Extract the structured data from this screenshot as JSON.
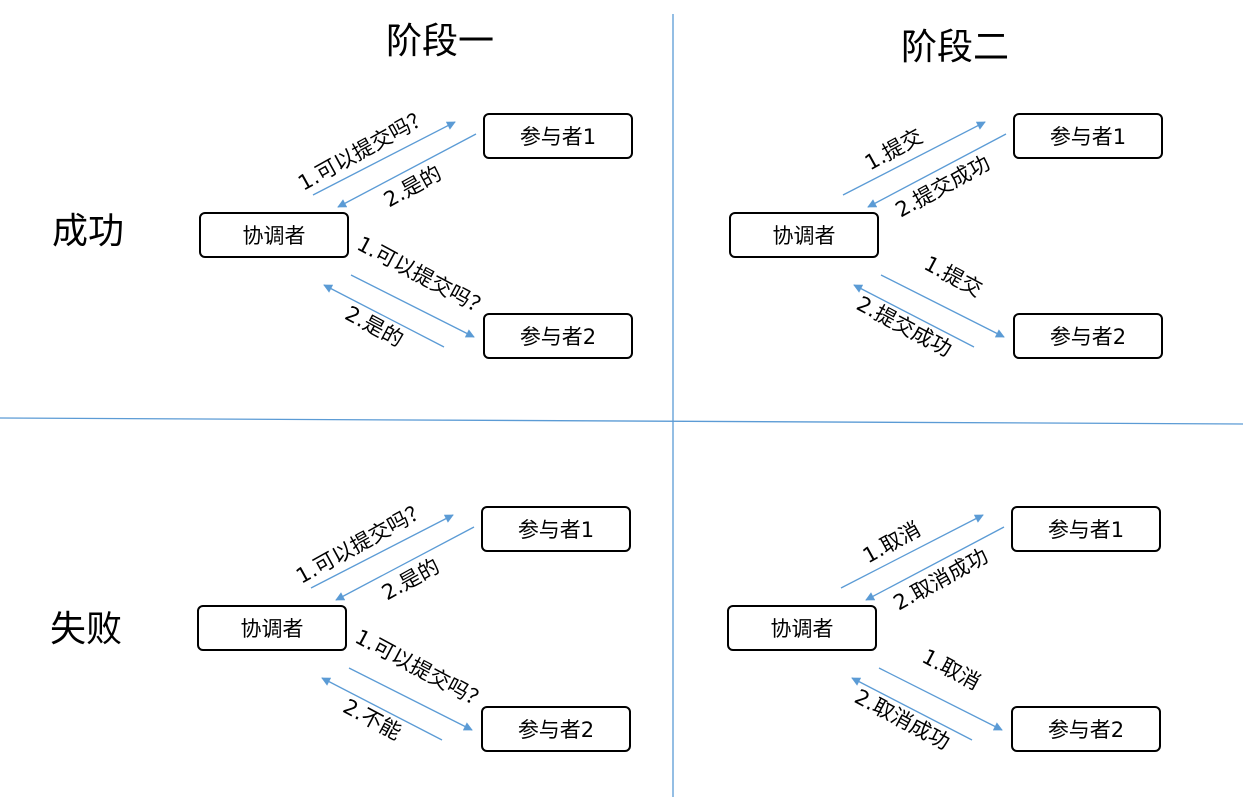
{
  "columns": {
    "phase1": "阶段一",
    "phase2": "阶段二"
  },
  "rows": {
    "success": "成功",
    "failure": "失败"
  },
  "colors": {
    "divider": "#5b9bd5",
    "arrow": "#5b9bd5",
    "box_border": "#000000"
  },
  "quadrants": {
    "success_phase1": {
      "coordinator": "协调者",
      "participant1": "参与者1",
      "participant2": "参与者2",
      "to_p1": "1.可以提交吗？",
      "from_p1": "2.是的",
      "to_p2": "1.可以提交吗？",
      "from_p2": "2.是的"
    },
    "success_phase2": {
      "coordinator": "协调者",
      "participant1": "参与者1",
      "participant2": "参与者2",
      "to_p1": "1.提交",
      "from_p1": "2.提交成功",
      "to_p2": "1.提交",
      "from_p2": "2.提交成功"
    },
    "failure_phase1": {
      "coordinator": "协调者",
      "participant1": "参与者1",
      "participant2": "参与者2",
      "to_p1": "1.可以提交吗？",
      "from_p1": "2.是的",
      "to_p2": "1.可以提交吗？",
      "from_p2": "2.不能"
    },
    "failure_phase2": {
      "coordinator": "协调者",
      "participant1": "参与者1",
      "participant2": "参与者2",
      "to_p1": "1.取消",
      "from_p1": "2.取消成功",
      "to_p2": "1.取消",
      "from_p2": "2.取消成功"
    }
  }
}
